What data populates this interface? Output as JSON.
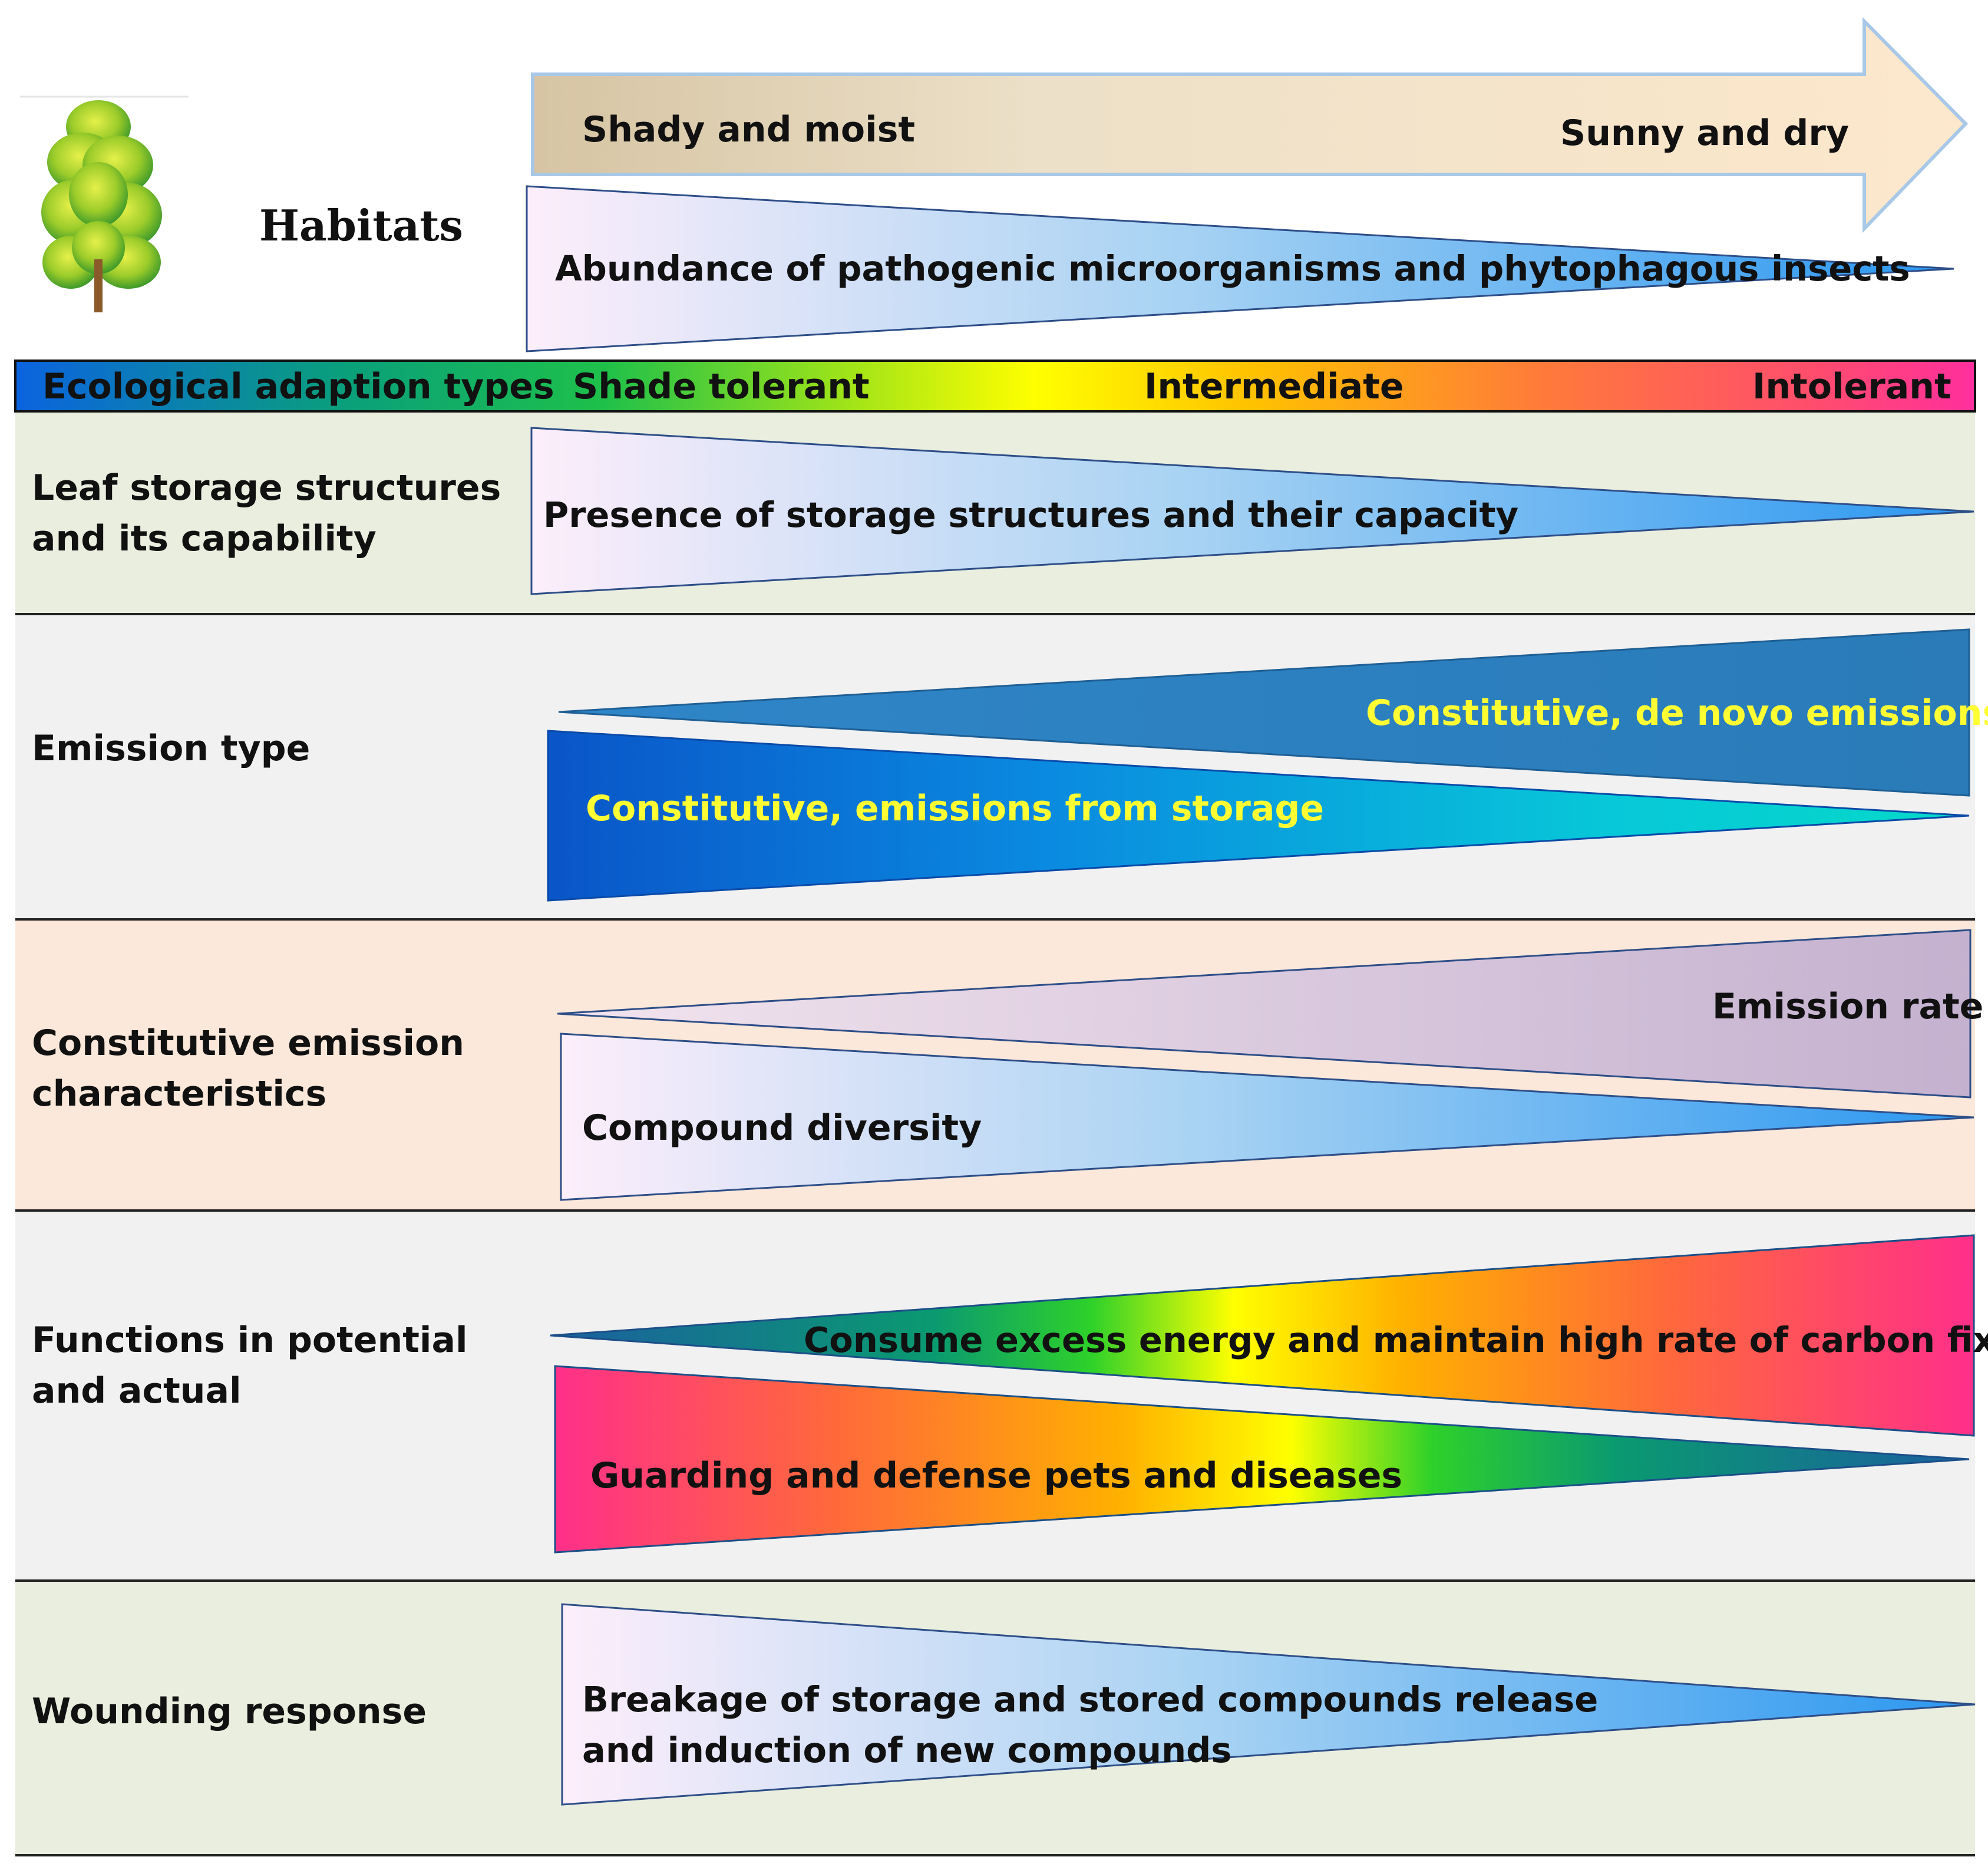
{
  "habitats": {
    "title": "Habitats",
    "arrow_left_label": "Shady and moist",
    "arrow_right_label": "Sunny and dry",
    "pathogen_wedge_label": "Abundance of pathogenic microorganisms and phytophagous insects"
  },
  "adaptation_bar": {
    "header": "Ecological adaption types",
    "shade_tolerant": "Shade tolerant",
    "intermediate": "Intermediate",
    "intolerant": "Intolerant"
  },
  "rows": {
    "leaf_storage": {
      "label_line1": "Leaf storage structures",
      "label_line2": "and its capability",
      "wedge_label": "Presence of storage structures and their capacity"
    },
    "emission_type": {
      "label_line1": "Emission type",
      "upper_wedge_label": "Constitutive, de novo emissions",
      "lower_wedge_label": "Constitutive, emissions from storage"
    },
    "constitutive_emission": {
      "label_line1": "Constitutive emission",
      "label_line2": "characteristics",
      "upper_wedge_label": "Emission rate",
      "lower_wedge_label": "Compound diversity"
    },
    "functions": {
      "label_line1": "Functions in potential",
      "label_line2": "and actual",
      "upper_wedge_label": "Consume excess energy and maintain high rate of carbon fixation",
      "lower_wedge_label": "Guarding and defense pets and diseases"
    },
    "wounding": {
      "label_line1": "Wounding response",
      "wedge_label_line1": "Breakage of storage and stored compounds release",
      "wedge_label_line2": "and induction of new compounds"
    }
  },
  "colors": {
    "row_green": "#e9eedf",
    "row_gray": "#f1f1f1",
    "row_peach": "#fbe8da",
    "highlight_text": "#ffff33",
    "blue_wedge": "#4aaaf6",
    "dark_blue_wedge": "#2b7dbc"
  }
}
